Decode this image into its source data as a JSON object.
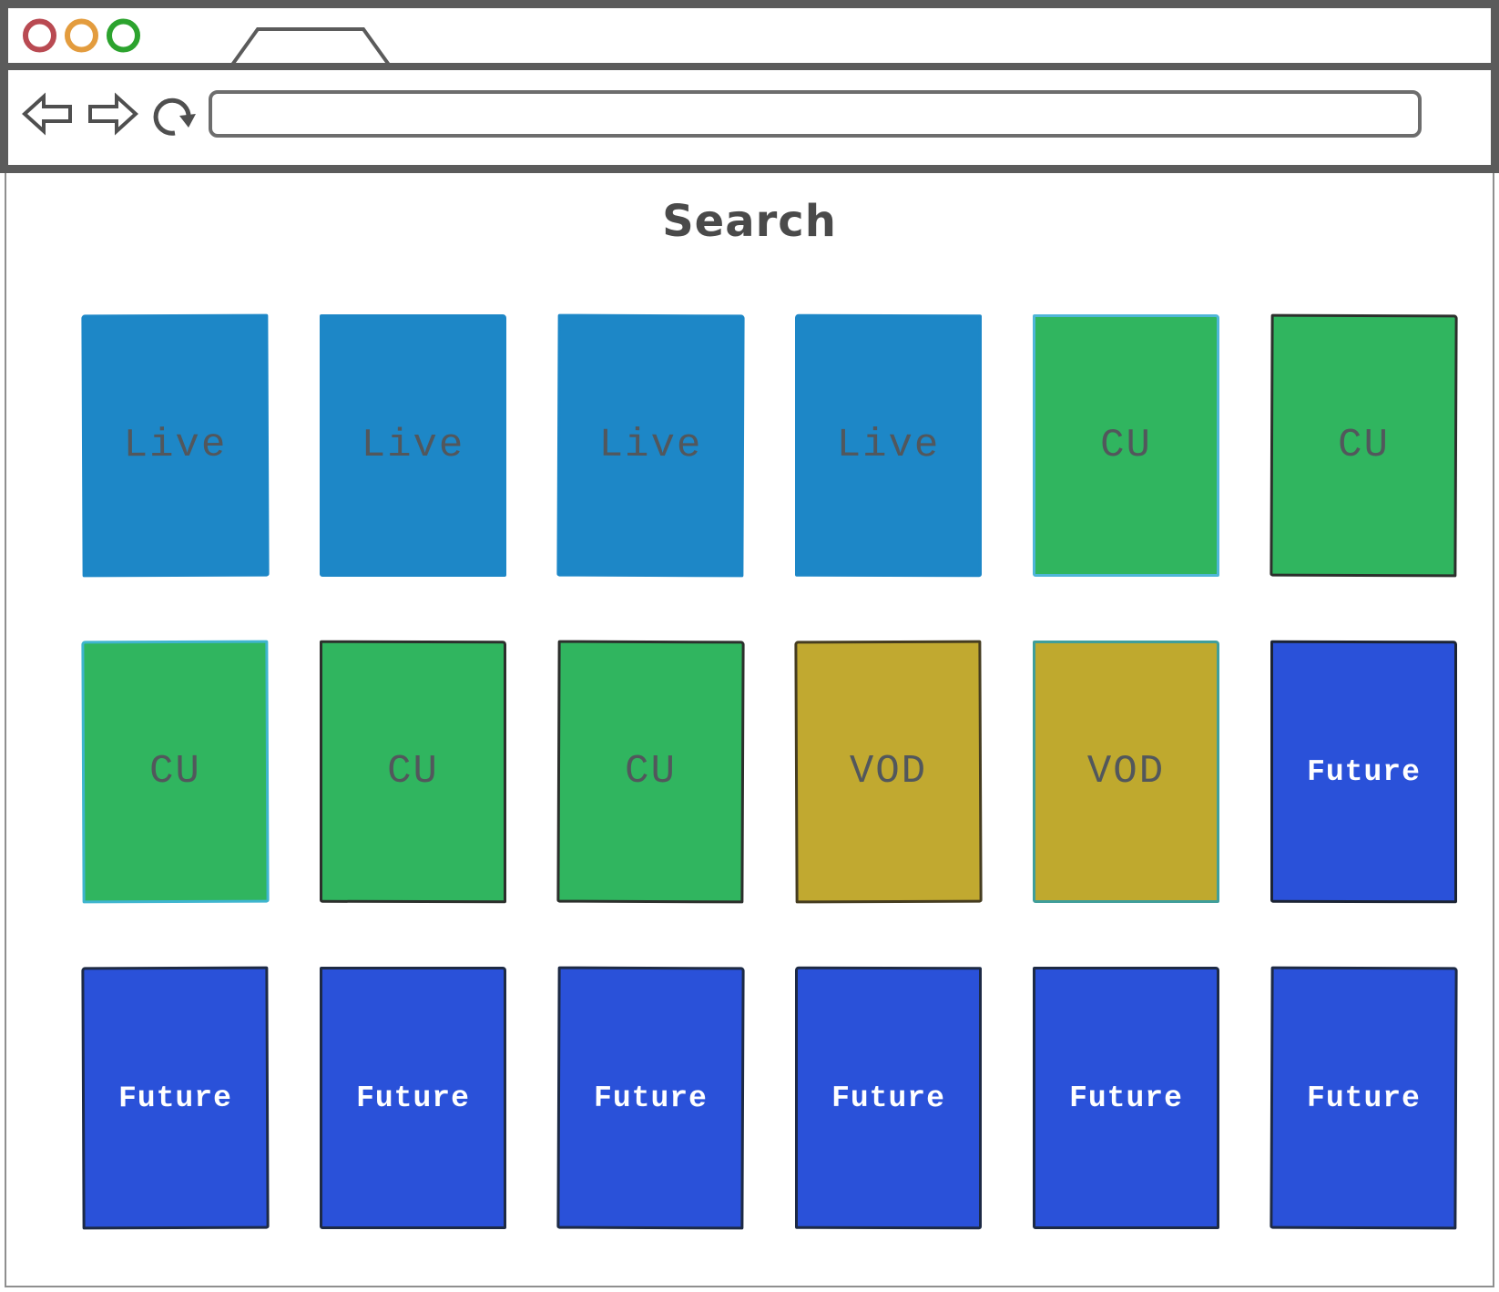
{
  "window": {
    "controls": [
      {
        "name": "close",
        "color": "#b94a52"
      },
      {
        "name": "minimize",
        "color": "#e39c3e"
      },
      {
        "name": "maximize",
        "color": "#2ca32e"
      }
    ],
    "nav": {
      "url_value": ""
    }
  },
  "main": {
    "title": "Search"
  },
  "grid": {
    "cards": [
      {
        "label": "Live",
        "type": "live",
        "bg": "#1d87c7",
        "border": "#1d87c7",
        "text": "#52575c"
      },
      {
        "label": "Live",
        "type": "live",
        "bg": "#1d87c7",
        "border": "#1d87c7",
        "text": "#52575c"
      },
      {
        "label": "Live",
        "type": "live",
        "bg": "#1d87c7",
        "border": "#1d87c7",
        "text": "#52575c"
      },
      {
        "label": "Live",
        "type": "live",
        "bg": "#1d87c7",
        "border": "#1d87c7",
        "text": "#52575c"
      },
      {
        "label": "CU",
        "type": "cu",
        "bg": "#30b55f",
        "border": "#4fb6d8",
        "text": "#52575c"
      },
      {
        "label": "CU",
        "type": "cu",
        "bg": "#30b55f",
        "border": "#2c2f2c",
        "text": "#52575c"
      },
      {
        "label": "CU",
        "type": "cu",
        "bg": "#30b55f",
        "border": "#3fb5cf",
        "text": "#52575c"
      },
      {
        "label": "CU",
        "type": "cu",
        "bg": "#30b55f",
        "border": "#2c2f2c",
        "text": "#52575c"
      },
      {
        "label": "CU",
        "type": "cu",
        "bg": "#30b55f",
        "border": "#2c2f2c",
        "text": "#52575c"
      },
      {
        "label": "VOD",
        "type": "vod",
        "bg": "#c1a930",
        "border": "#453c20",
        "text": "#52575c"
      },
      {
        "label": "VOD",
        "type": "vod",
        "bg": "#bfa92e",
        "border": "#3f9e9a",
        "text": "#52575c"
      },
      {
        "label": "Future",
        "type": "future",
        "bg": "#2a51d9",
        "border": "#1c2434",
        "text": "#ffffff"
      },
      {
        "label": "Future",
        "type": "future",
        "bg": "#2a51d9",
        "border": "#1d2a45",
        "text": "#ffffff"
      },
      {
        "label": "Future",
        "type": "future",
        "bg": "#2a51d9",
        "border": "#1d2a45",
        "text": "#ffffff"
      },
      {
        "label": "Future",
        "type": "future",
        "bg": "#2a51d9",
        "border": "#1d2a45",
        "text": "#ffffff"
      },
      {
        "label": "Future",
        "type": "future",
        "bg": "#2a51d9",
        "border": "#1d2a45",
        "text": "#ffffff"
      },
      {
        "label": "Future",
        "type": "future",
        "bg": "#2a51d9",
        "border": "#1d2a45",
        "text": "#ffffff"
      },
      {
        "label": "Future",
        "type": "future",
        "bg": "#2a51d9",
        "border": "#1d2a45",
        "text": "#ffffff"
      }
    ]
  }
}
